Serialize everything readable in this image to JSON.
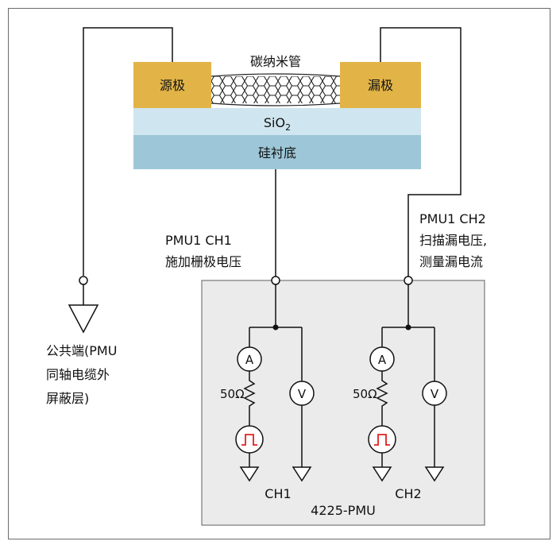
{
  "device": {
    "cnt_label": "碳纳米管",
    "source_label": "源极",
    "drain_label": "漏极",
    "oxide_label_main": "SiO",
    "oxide_label_sub": "2",
    "substrate_label": "硅衬底"
  },
  "ground_common": {
    "line1": "公共端(PMU",
    "line2": "同轴电缆外",
    "line3": "屏蔽层)"
  },
  "ch1_annotation": {
    "line1": "PMU1 CH1",
    "line2": "施加栅极电压"
  },
  "ch2_annotation": {
    "line1": "PMU1 CH2",
    "line2": "扫描漏电压,",
    "line3": "测量漏电流"
  },
  "pmu_box": {
    "title": "4225-PMU",
    "ch1_label": "CH1",
    "ch2_label": "CH2",
    "ammeter_symbol": "A",
    "voltmeter_symbol": "V",
    "resistor_label": "50Ω"
  },
  "colors": {
    "electrode": "#e2b447",
    "oxide": "#cfe5ef",
    "substrate": "#9dc7d8",
    "pmu_box": "#ebebeb",
    "pulse": "#e02020"
  }
}
